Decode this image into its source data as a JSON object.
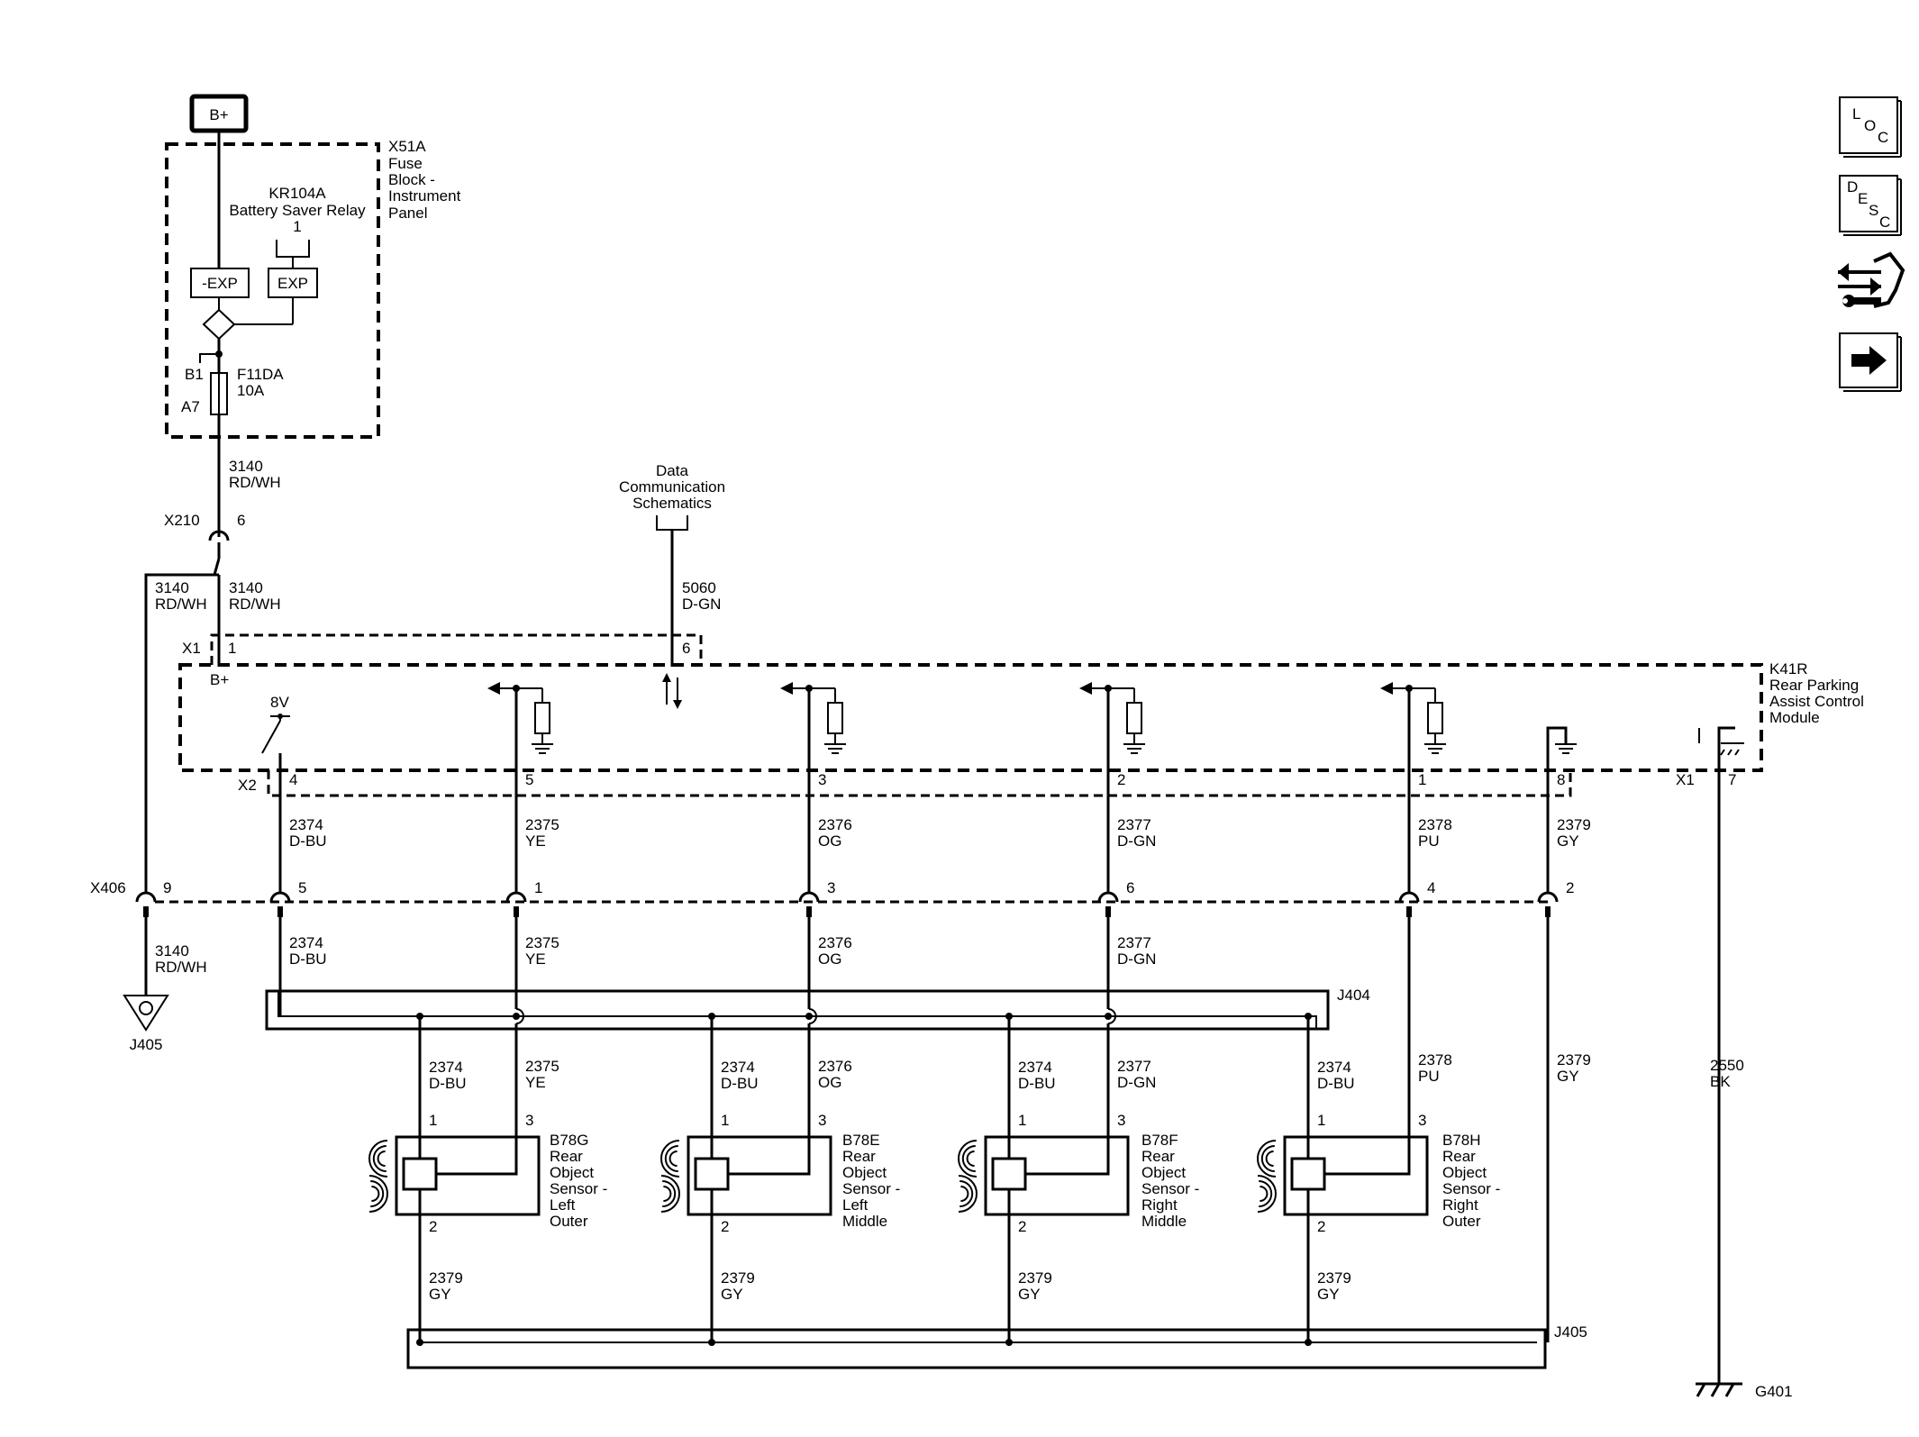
{
  "supply": {
    "label": "B+"
  },
  "fuse_block": {
    "name_lines": [
      "X51A",
      "Fuse",
      "Block -",
      "Instrument",
      "Panel"
    ],
    "relay_name": "KR104A",
    "relay_desc": "Battery Saver Relay",
    "relay_pin": "1",
    "exp_neg": "-EXP",
    "exp_pos": "EXP",
    "pin_b1": "B1",
    "pin_a7": "A7",
    "fuse_name": "F11DA",
    "fuse_rating": "10A"
  },
  "data_comm": {
    "lines": [
      "Data",
      "Communication",
      "Schematics"
    ],
    "wire_num": "5060",
    "wire_color": "D-GN",
    "pin": "6"
  },
  "connectors": {
    "x210": "X210",
    "x210_pin": "6",
    "x1": "X1",
    "x1_pin1": "1",
    "x2": "X2",
    "x406": "X406",
    "x1_g": "X1",
    "x1_g_pin": "7"
  },
  "module": {
    "name_lines": [
      "K41R",
      "Rear Parking",
      "Assist Control",
      "Module"
    ],
    "bplus": "B+",
    "volt": "8V"
  },
  "wire_3140": {
    "num": "3140",
    "color": "RD/WH"
  },
  "channels": [
    {
      "x2pin": "4",
      "x406pin": "5",
      "num": "2374",
      "color": "D-BU"
    },
    {
      "x2pin": "5",
      "x406pin": "1",
      "num": "2375",
      "color": "YE"
    },
    {
      "x2pin": "3",
      "x406pin": "3",
      "num": "2376",
      "color": "OG"
    },
    {
      "x2pin": "2",
      "x406pin": "6",
      "num": "2377",
      "color": "D-GN"
    },
    {
      "x2pin": "1",
      "x406pin": "4",
      "num": "2378",
      "color": "PU"
    },
    {
      "x2pin": "8",
      "x406pin": "2",
      "num": "2379",
      "color": "GY"
    }
  ],
  "x406_pin9": "9",
  "splices": {
    "j404": "J404",
    "j405": "J405",
    "j405_gnd": "J405"
  },
  "ground_wire": {
    "num": "2550",
    "color": "BK",
    "ground": "G401"
  },
  "sensors": [
    {
      "id": "B78G",
      "desc": [
        "Rear",
        "Object",
        "Sensor -",
        "Left",
        "Outer"
      ],
      "sig_num": "2375",
      "sig_color": "YE"
    },
    {
      "id": "B78E",
      "desc": [
        "Rear",
        "Object",
        "Sensor -",
        "Left",
        "Middle"
      ],
      "sig_num": "2376",
      "sig_color": "OG"
    },
    {
      "id": "B78F",
      "desc": [
        "Rear",
        "Object",
        "Sensor -",
        "Right",
        "Middle"
      ],
      "sig_num": "2377",
      "sig_color": "D-GN"
    },
    {
      "id": "B78H",
      "desc": [
        "Rear",
        "Object",
        "Sensor -",
        "Right",
        "Outer"
      ],
      "sig_num": "2378",
      "sig_color": "PU"
    }
  ],
  "sensor_common": {
    "pwr_num": "2374",
    "pwr_color": "D-BU",
    "gnd_num": "2379",
    "gnd_color": "GY",
    "pin1": "1",
    "pin2": "2",
    "pin3": "3"
  },
  "nav": {
    "loc": [
      "L",
      "O",
      "C"
    ],
    "desc": [
      "D",
      "E",
      "S",
      "C"
    ],
    "icons": [
      "service-info-icon",
      "next-arrow-icon"
    ]
  }
}
